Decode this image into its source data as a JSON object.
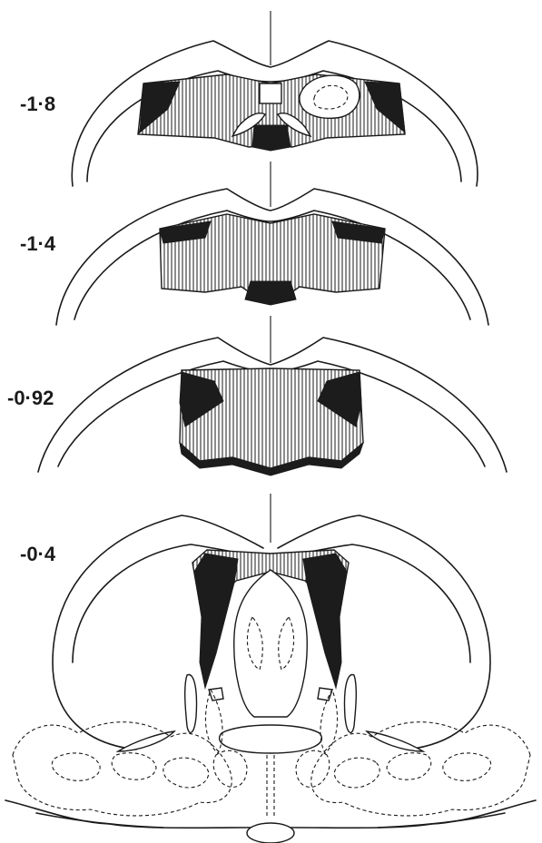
{
  "sections": [
    {
      "label": "-1·8"
    },
    {
      "label": "-1·4"
    },
    {
      "label": "-0·92"
    },
    {
      "label": "-0·4"
    }
  ],
  "colors": {
    "ink": "#1a1a1a",
    "lesion_dark": "#1c1c1c",
    "background": "#ffffff"
  }
}
